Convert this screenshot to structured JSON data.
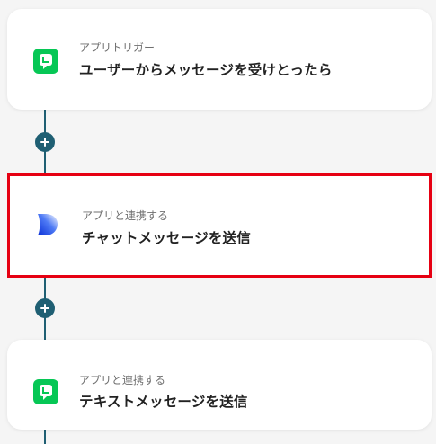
{
  "flow": {
    "steps": [
      {
        "subtitle": "アプリトリガー",
        "title": "ユーザーからメッセージを受けとったら",
        "icon": "line-app-icon",
        "selected": false
      },
      {
        "subtitle": "アプリと連携する",
        "title": "チャットメッセージを送信",
        "icon": "d-app-icon",
        "selected": true
      },
      {
        "subtitle": "アプリと連携する",
        "title": "テキストメッセージを送信",
        "icon": "line-app-icon",
        "selected": false
      }
    ]
  },
  "colors": {
    "connector": "#1f5f73",
    "selection": "#e60012",
    "line_green": "#06c755"
  }
}
